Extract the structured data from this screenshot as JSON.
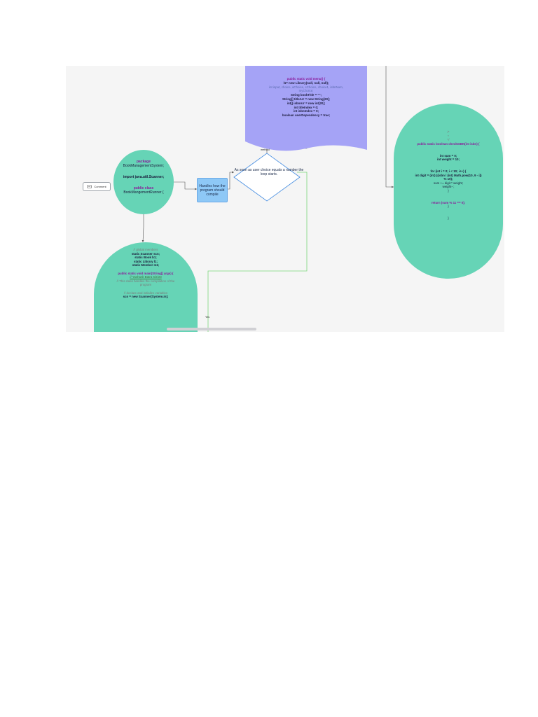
{
  "comment": {
    "label": "Comment"
  },
  "package_node": {
    "line1": "package",
    "line2": "BookManagementSystem;",
    "line3": "import java.util.Scanner;",
    "line4": "public class",
    "line5": "BookMangementRunner {"
  },
  "handles_node": {
    "text": "Handles how the program should compile"
  },
  "decision": {
    "text": "As soon as user choice equals a number the loop starts.",
    "method_label": "method",
    "yes_label": "Yes"
  },
  "menu_node": {
    "lines": [
      "public static void menu() {",
      "l1= new Library(null, null, null);",
      "int input, choice, aChoice, sChoice, choice1, isbnNum,",
      "myChoice;",
      "String bookTitle = \"\";",
      "String[] titleArr = new String[20];",
      "int[] isbnArr = new int[20];",
      "int titleIndex = 0;",
      "int isbnIndex = 0;",
      "boolean userDependency = true;"
    ]
  },
  "main_node": {
    "lines": [
      "// global members",
      "static Scanner scn;",
      "static Book b1;",
      "static Library l1;",
      "static Member m1;",
      "",
      "public static void main(String[] args) {",
      "// Yashank Batra 6/2/23",
      "// This class handles the compilation of the",
      "program",
      "",
      "// declare and initialize variables",
      "scn = new Scanner(System.in);"
    ]
  },
  "isbn_node": {
    "lines": [
      "/*",
      "*",
      "*/",
      "public static boolean checkISBN(int isbn) {",
      "",
      "",
      "int sum = 0;",
      "int weight = 10;",
      "",
      "",
      "for (int i = 0; i < 10; i++) {",
      "int digit = (int) ((isbn / (int) Math.pow(10, 9 - i))",
      "% 10);",
      "sum += digit * weight;",
      "weight--;",
      "}",
      "",
      "",
      "return (sum % 11 == 0);",
      "}",
      "",
      "",
      "}"
    ]
  },
  "colors": {
    "node_green": "#66d4b6",
    "menu_purple": "#a5a3f6",
    "decision_border": "#4a90e2",
    "connector_green": "#7bd67b"
  }
}
